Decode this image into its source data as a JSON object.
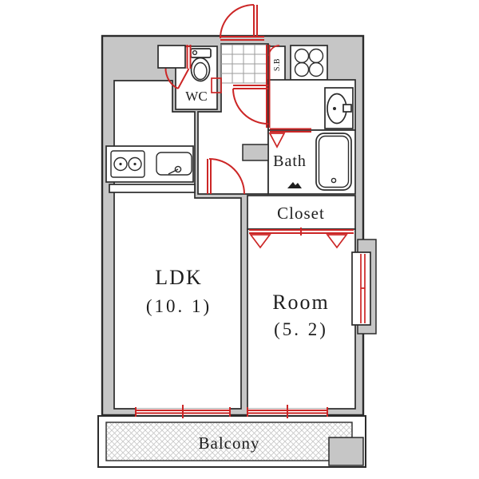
{
  "title": "apartment-floor-plan",
  "labels": {
    "wc": "WC",
    "shoe_box": "S.B",
    "bath": "Bath",
    "closet": "Closet",
    "ldk_name": "LDK",
    "ldk_size": "(10. 1)",
    "room_name": "Room",
    "room_size": "(5. 2)",
    "balcony": "Balcony"
  },
  "colors": {
    "wall_gray": "#c6c6c6",
    "outline_dark": "#2b2b2b",
    "fixture_red": "#cc2626",
    "tile_line": "#9b9b9b",
    "hatch_line": "#c9c9c9",
    "background": "#ffffff"
  },
  "icons": {
    "toilet": "toilet-icon",
    "stove": "stove-icon",
    "sink": "sink-icon",
    "washer_pan": "washer-pan-icon",
    "washbasin": "washbasin-icon",
    "bathtub": "bathtub-icon",
    "bath_step": "bath-step-icon",
    "entrance_tiles": "entrance-tile-grid",
    "door_swings": "red-door-swing-arcs",
    "folding_doors": "red-folding-door-markers",
    "sliding_windows": "red-sliding-windows"
  }
}
